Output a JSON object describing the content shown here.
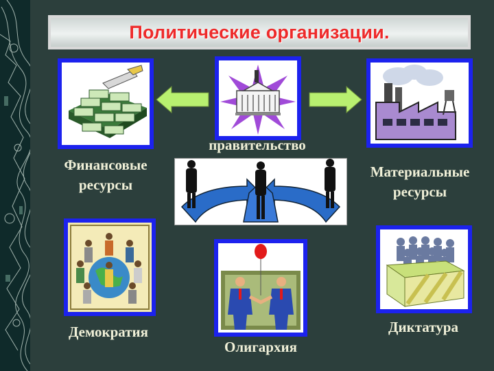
{
  "title": "Политические организации.",
  "nodes": {
    "government": "правительство",
    "financial": [
      "Финансовые",
      "ресурсы"
    ],
    "material": [
      "Материальные",
      "ресурсы"
    ],
    "democracy": "Демократия",
    "oligarchy": "Олигархия",
    "dictatorship": "Диктатура"
  },
  "colors": {
    "background": "#2c3f3c",
    "frame_border": "#1c22ee",
    "title_text": "#ee2a2a",
    "label_text": "#f0f0d8",
    "arrow_fill": "#b8f070"
  },
  "icons": {
    "government": "white-house-starburst-icon",
    "financial": "money-stacks-icon",
    "material": "factory-icon",
    "democracy": "people-around-globe-icon",
    "oligarchy": "businessmen-handshake-icon",
    "dictatorship": "soldiers-in-crate-icon",
    "central": "soldiers-on-arrows-icon"
  }
}
